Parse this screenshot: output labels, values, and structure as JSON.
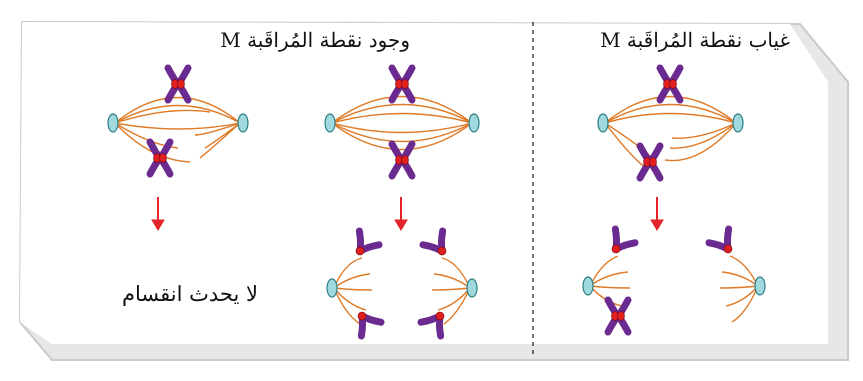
{
  "titles": {
    "absent": "غياب نقطة المُراقَبة M",
    "present": "وجود نقطة المُراقَبة M"
  },
  "outcome_label": "لا يحدث انقسام",
  "colors": {
    "frame_fill": "#e6e7e8",
    "frame_stroke": "#c9cacc",
    "spindle_fiber": "#e07a26",
    "pole": "#9fd9de",
    "pole_stroke": "#2c7f86",
    "chromatid": "#6b2a8f",
    "centromere": "#e02020",
    "arrow": "#e3242b",
    "divider": "#333333"
  }
}
